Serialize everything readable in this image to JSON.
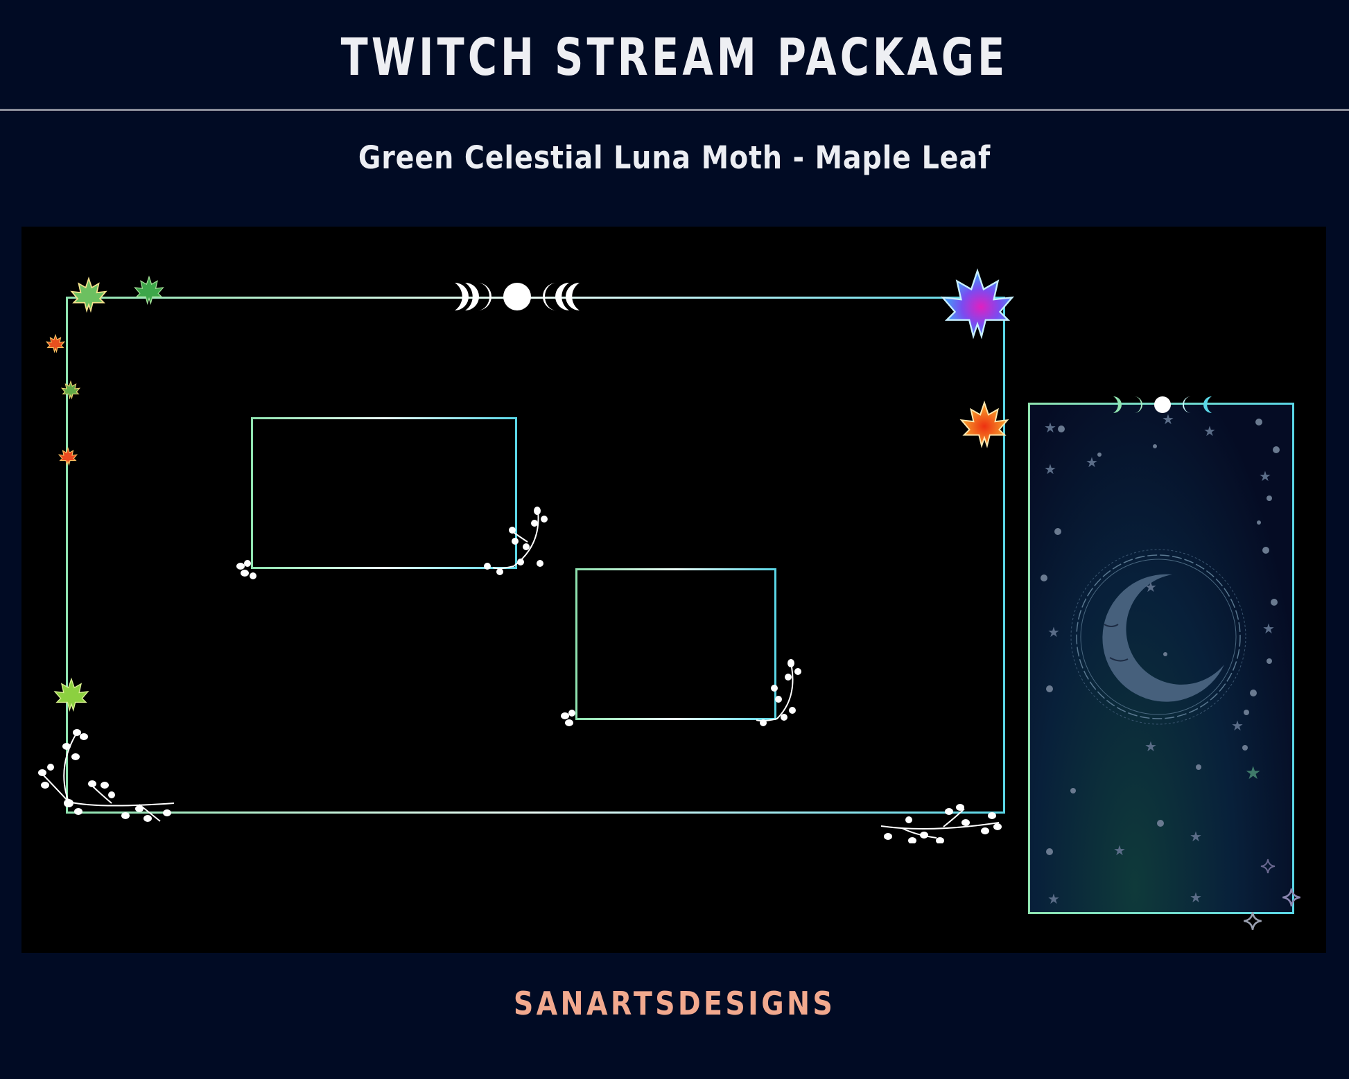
{
  "header": {
    "title": "TWITCH STREAM PACKAGE",
    "subtitle": "Green Celestial Luna Moth - Maple Leaf"
  },
  "footer": {
    "brand": "SANARTSDESIGNS"
  },
  "preview": {
    "main_frame": {
      "label": "main-stream-frame"
    },
    "webcam_frame_large": {
      "label": "webcam-frame-large"
    },
    "webcam_frame_small": {
      "label": "webcam-frame-small"
    },
    "vertical_panel": {
      "label": "vertical-moon-panel"
    },
    "decorations": [
      "moon-phases-icon",
      "maple-leaf-icon",
      "vine-branch-icon",
      "crescent-moon-face-icon",
      "sparkle-star-icon"
    ]
  },
  "colors": {
    "background": "#010b24",
    "title_text": "#eeeff3",
    "brand_text": "#f2a98e",
    "divider": "#8b8e9a",
    "frame_green": "#8fe3b0",
    "frame_cyan": "#5ad6e6"
  }
}
